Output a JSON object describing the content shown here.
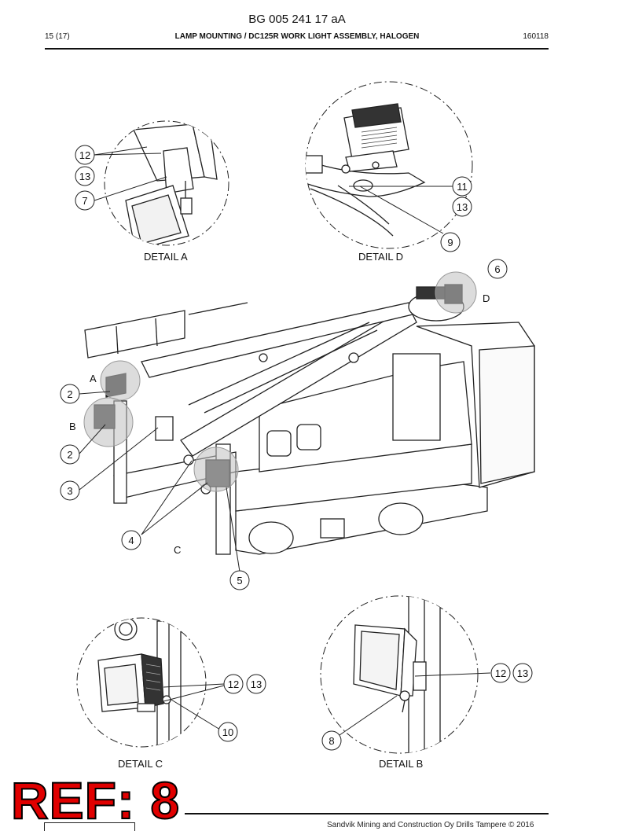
{
  "header": {
    "doc_id": "BG 005 241 17 aA",
    "page": "15 (17)",
    "title": "LAMP MOUNTING / DC125R WORK LIGHT ASSEMBLY, HALOGEN",
    "code": "160118"
  },
  "details": {
    "a": "DETAIL A",
    "b": "DETAIL B",
    "c": "DETAIL C",
    "d": "DETAIL D"
  },
  "letters": {
    "a": "A",
    "b": "B",
    "c": "C",
    "d": "D"
  },
  "callouts": {
    "c2a": "2",
    "c2b": "2",
    "c3": "3",
    "c4": "4",
    "c5": "5",
    "c6": "6",
    "c7": "7",
    "c8": "8",
    "c9": "9",
    "c10": "10",
    "c11": "11",
    "c12a": "12",
    "c12b": "12",
    "c12c": "12",
    "c13a": "13",
    "c13b": "13",
    "c13c": "13",
    "c13d": "13"
  },
  "ref_stamp": "REF: 8",
  "footer": "Sandvik Mining and Construction Oy Drills Tampere © 2016"
}
